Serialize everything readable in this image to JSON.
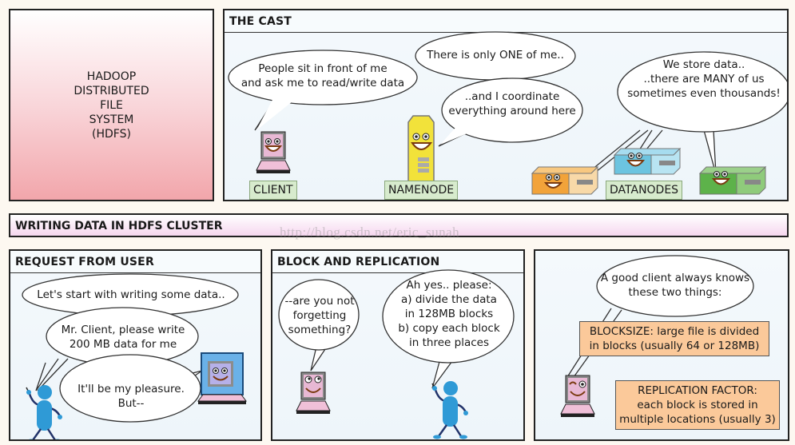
{
  "title_panel": {
    "text": "HADOOP\nDISTRIBUTED\nFILE\nSYSTEM\n(HDFS)"
  },
  "cast_panel": {
    "heading": "THE CAST",
    "client_bubble": "People sit in front of me\nand ask me to read/write data",
    "namenode_bubble_1": "There is only ONE of me..",
    "namenode_bubble_2": "..and I coordinate\neverything around here",
    "datanodes_bubble": "We store data..\n..there are MANY of us\nsometimes even thousands!",
    "labels": {
      "client": "CLIENT",
      "namenode": "NAMENODE",
      "datanodes": "DATANODES"
    }
  },
  "banner": {
    "heading": "WRITING DATA IN HDFS CLUSTER",
    "watermark": "http://blog.csdn.net/eric_sunah"
  },
  "request_panel": {
    "heading": "REQUEST FROM USER",
    "user_bubble_1": "Let's start with writing some data..",
    "user_bubble_2": "Mr. Client, please write\n200 MB data for me",
    "client_bubble": "It'll be my pleasure.\nBut--"
  },
  "block_panel": {
    "heading": "BLOCK AND REPLICATION",
    "client_bubble": "--are you not\nforgetting\nsomething?",
    "user_bubble": "Ah yes.. please:\na) divide the data\nin 128MB blocks\nb) copy each block\nin three places"
  },
  "knows_panel": {
    "client_bubble": "A good client always knows\nthese two things:",
    "blocksize_note": "BLOCKSIZE: large file is divided\nin blocks (usually 64 or 128MB)",
    "replication_note": "REPLICATION FACTOR:\neach block is stored in\nmultiple locations (usually 3)"
  },
  "colors": {
    "client_screen": "#e8b8d4",
    "namenode_body": "#f2e23a",
    "datanode_orange": "#f2a33a",
    "datanode_blue": "#6cc4e0",
    "datanode_green": "#5db24a",
    "user_figure": "#2f9ad6",
    "label_bg": "#d7ebcd",
    "note_bg": "#fbc99a"
  }
}
